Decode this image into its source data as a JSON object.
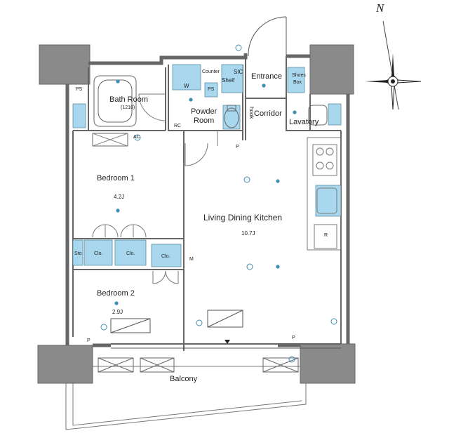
{
  "rooms": {
    "bath_room": "Bath Room",
    "bath_size": "(1216)",
    "powder_room_line1": "Powder",
    "powder_room_line2": "Room",
    "entrance": "Entrance",
    "corridor": "Corridor",
    "lavatory": "Lavatory",
    "bedroom1": "Bedroom 1",
    "bedroom1_size": "4.2J",
    "bedroom2": "Bedroom 2",
    "bedroom2_size": "2.9J",
    "ldk": "Living Dining Kitchen",
    "ldk_size": "10.7J",
    "balcony": "Balcony"
  },
  "storage": {
    "counter": "Counter",
    "sic": "SIC",
    "shelf": "Shelf",
    "shoes_box_line1": "Shoes",
    "shoes_box_line2": "Box",
    "sto": "Sto",
    "clo_1": "Clo.",
    "clo_2": "Clo.",
    "clo_3": "Clo.",
    "hook": "hook"
  },
  "fixtures": {
    "ps_top": "PS",
    "ps_utility": "PS",
    "washer": "W",
    "p_left": "P",
    "p_right": "P",
    "p_powder": "P",
    "refrigerator": "R",
    "rc": "RC",
    "ac": "AC",
    "m": "M"
  },
  "compass": {
    "north": "N"
  },
  "colors": {
    "wall": "#8a8a8a",
    "line": "#555555",
    "accent": "#a9d8ee",
    "fixture_dot": "#3c8fb3"
  }
}
